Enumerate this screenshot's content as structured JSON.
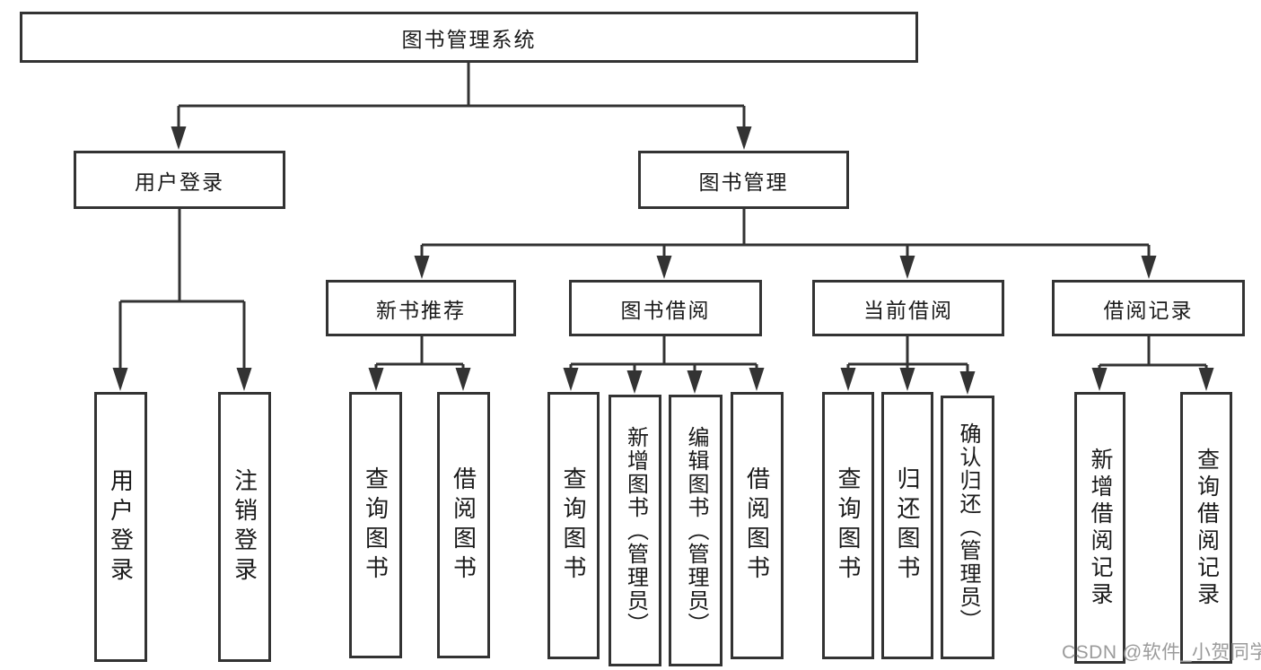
{
  "diagram": {
    "root": {
      "label": "图书管理系统"
    },
    "level2": [
      {
        "label": "用户登录"
      },
      {
        "label": "图书管理"
      }
    ],
    "level3": [
      {
        "label": "新书推荐"
      },
      {
        "label": "图书借阅"
      },
      {
        "label": "当前借阅"
      },
      {
        "label": "借阅记录"
      }
    ],
    "leaves": {
      "user_login": [
        "用户登录",
        "注销登录"
      ],
      "new_book": [
        "查询图书",
        "借阅图书"
      ],
      "book_borrow": [
        "查询图书",
        "新增图书（管理员）",
        "编辑图书（管理员）",
        "借阅图书"
      ],
      "current_borrow": [
        "查询图书",
        "归还图书",
        "确认归还（管理员）"
      ],
      "borrow_record": [
        "新增借阅记录",
        "查询借阅记录"
      ]
    }
  },
  "watermark": "CSDN @软件_小贺同学",
  "colors": {
    "line": "#333333",
    "text": "#1a1a1a",
    "background": "#ffffff",
    "watermark": "#9b9b9b"
  }
}
